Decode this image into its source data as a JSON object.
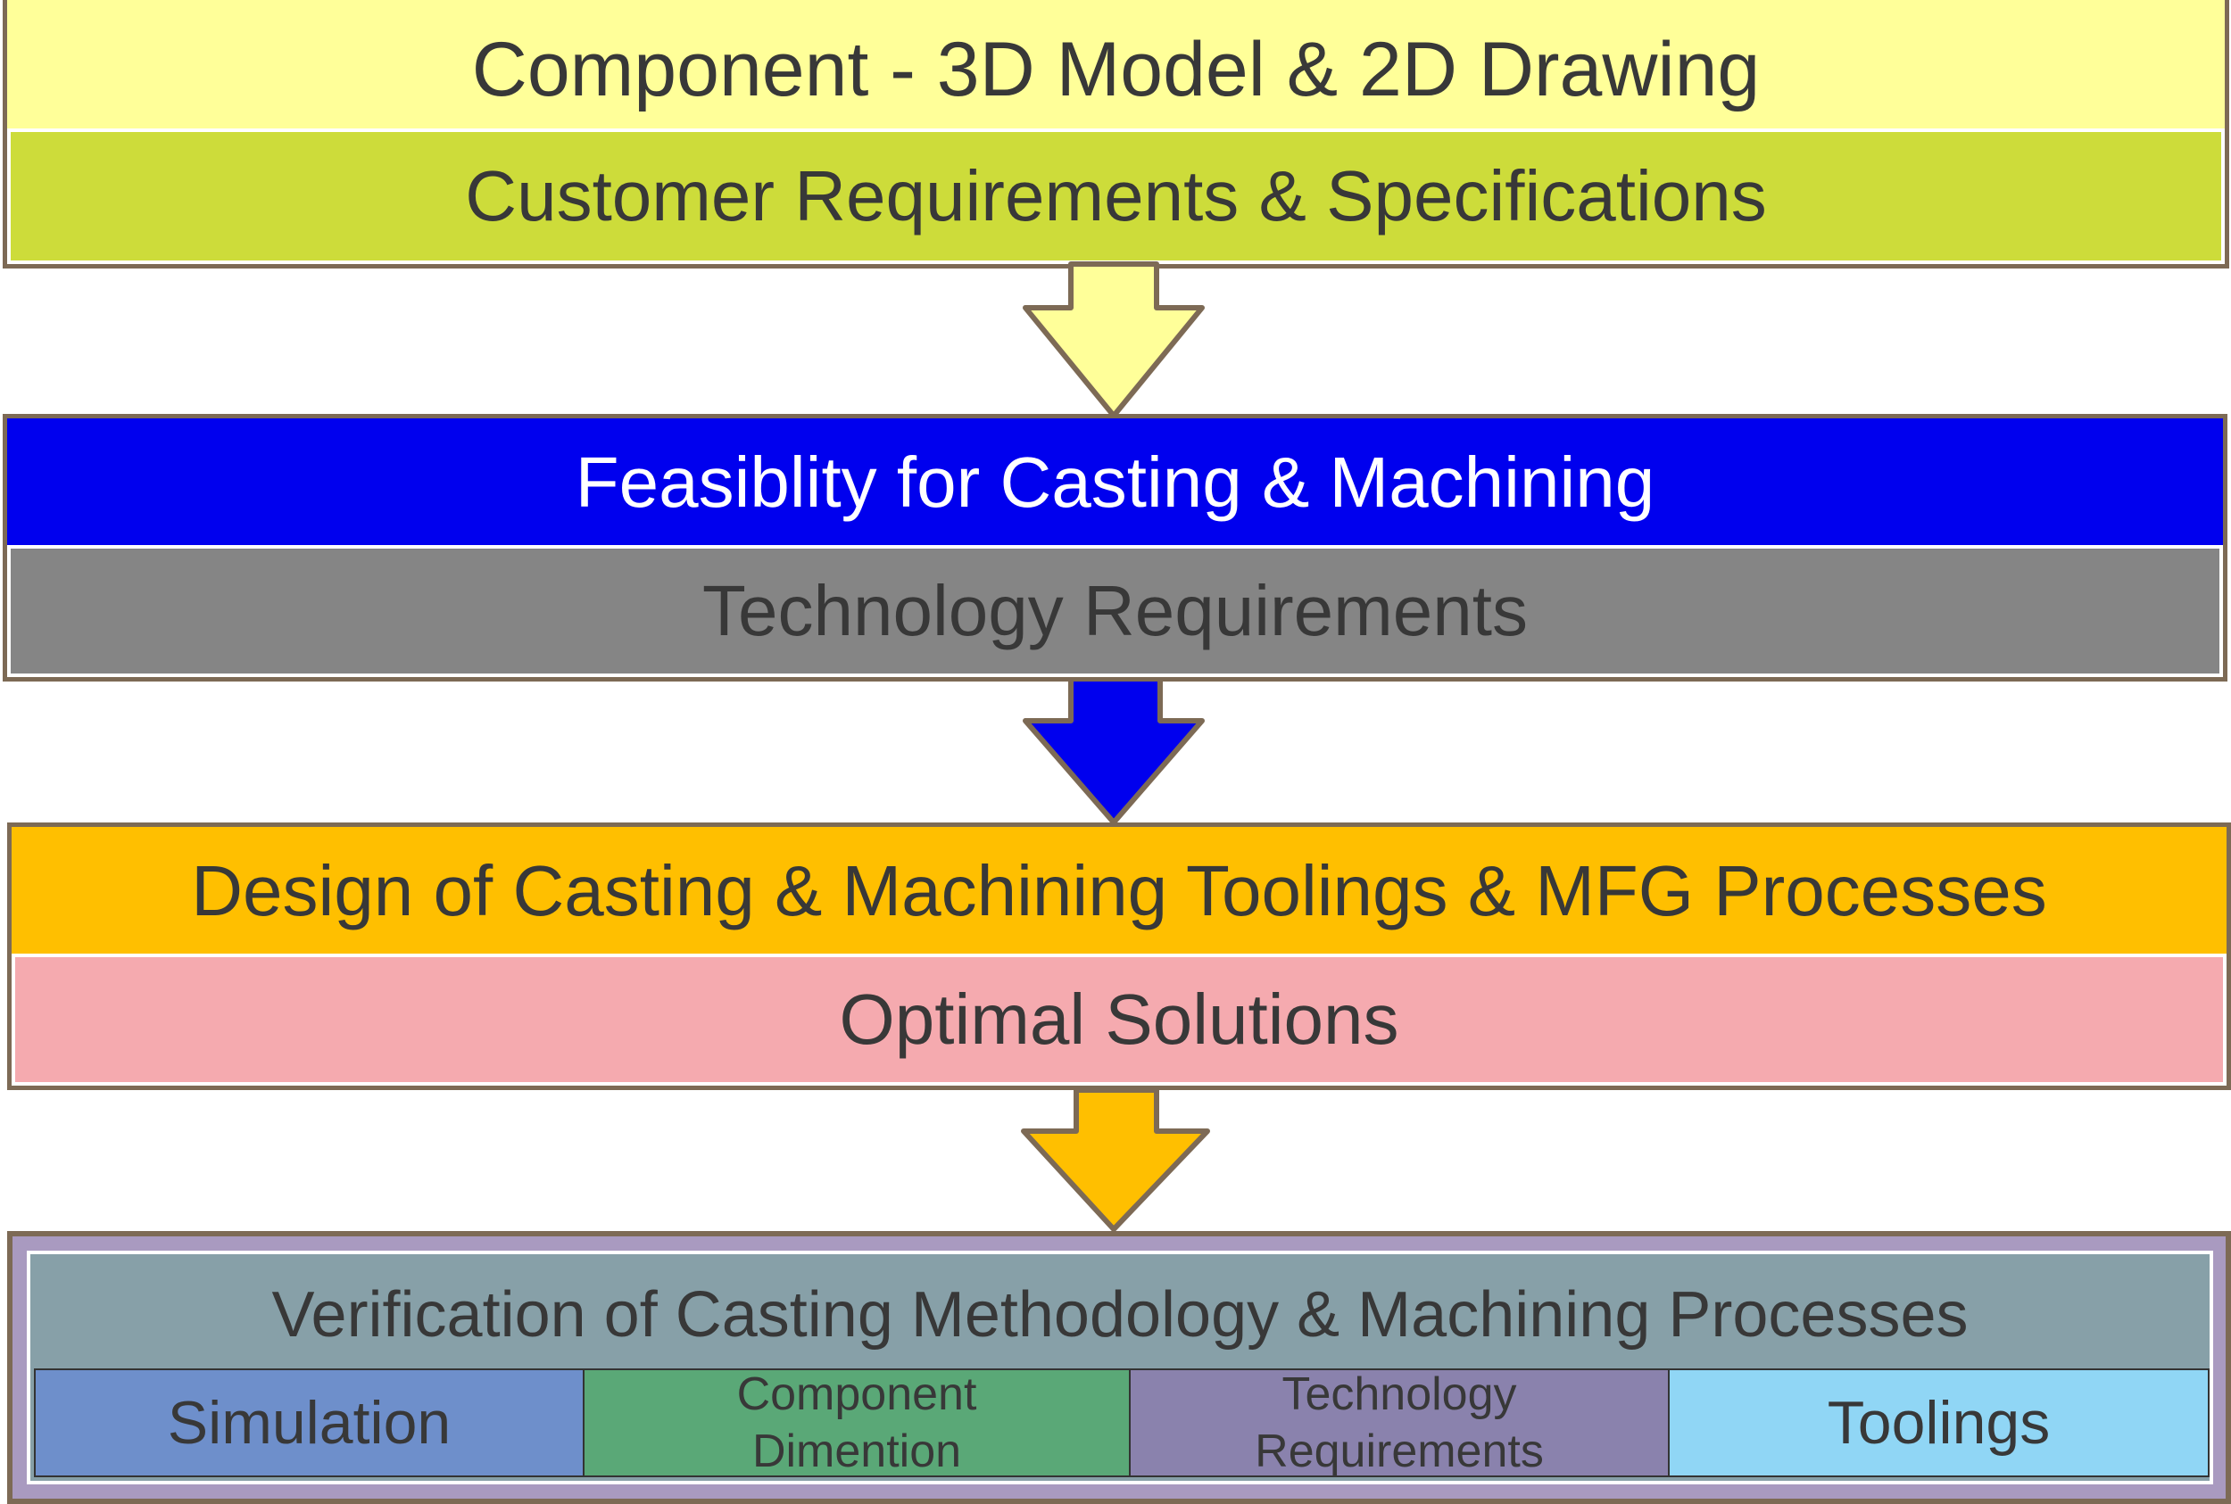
{
  "stages": [
    {
      "id": "component",
      "title": "Component - 3D Model & 2D Drawing",
      "subtitle": "Customer Requirements & Specifications",
      "colors": {
        "title_bg": "#ffff99",
        "subtitle_bg": "#cddc3a",
        "title_text": "#383838",
        "subtitle_text": "#383838",
        "arrow": "#ffff99"
      }
    },
    {
      "id": "feasibility",
      "title": "Feasiblity for Casting & Machining",
      "subtitle": "Technology Requirements",
      "colors": {
        "title_bg": "#0000ee",
        "subtitle_bg": "#858585",
        "title_text": "#ffffff",
        "subtitle_text": "#383838",
        "arrow": "#0000ee"
      }
    },
    {
      "id": "design",
      "title": "Design of Casting & Machining Toolings & MFG Processes",
      "subtitle": "Optimal Solutions",
      "colors": {
        "title_bg": "#ffbf00",
        "subtitle_bg": "#f5aaaf",
        "title_text": "#383838",
        "subtitle_text": "#383838",
        "arrow": "#ffbf00"
      }
    }
  ],
  "verification": {
    "title": "Verification of Casting Methodology & Machining Processes",
    "colors": {
      "frame_bg": "#a99ac0",
      "title_bg": "#87a0a8",
      "border": "#7d6a55"
    },
    "cells": [
      {
        "label": "Simulation",
        "color": "#6e8fcb"
      },
      {
        "label": "Component Dimention",
        "lines": [
          "Component",
          "Dimention"
        ],
        "color": "#5aa877"
      },
      {
        "label": "Technology Requirements",
        "lines": [
          "Technology",
          "Requirements"
        ],
        "color": "#8a82ad"
      },
      {
        "label": "Toolings",
        "color": "#90d6f5"
      }
    ]
  },
  "border_color": "#7d6a55"
}
